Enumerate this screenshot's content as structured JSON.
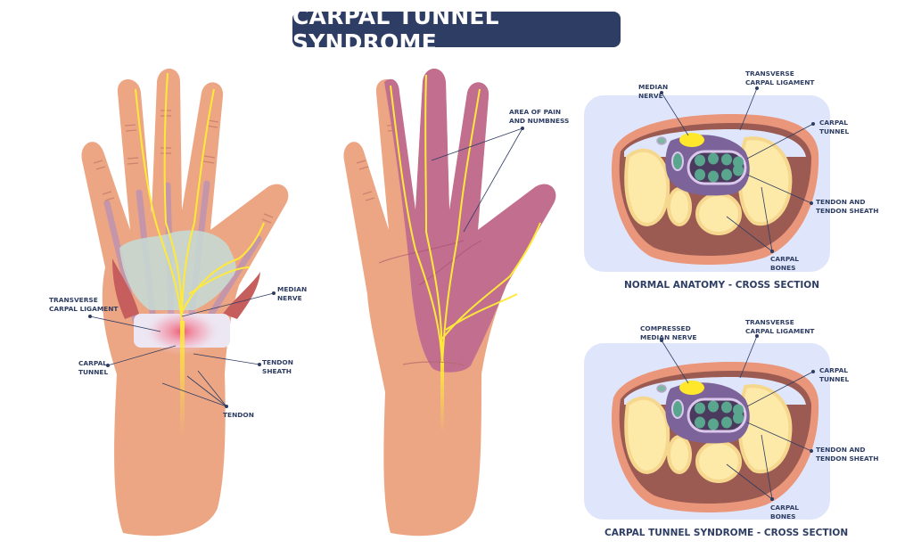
{
  "title": "CARPAL TUNNEL SYNDROME",
  "colors": {
    "title_bg": "#2e3d63",
    "skin": "#eca684",
    "numb_area": "#c16e8f",
    "nerve": "#ffe93a",
    "tendon": "#b890b6",
    "ligament": "#e8e2f0",
    "inflammation": "#f05a6e",
    "cross_bg": "#dfe6fb",
    "bone": "#fde9a8",
    "tunnel": "#7c6399",
    "tendon_cs": "#5aa58e"
  },
  "left_hand": {
    "labels": {
      "transverse_carpal_ligament": "TRANSVERSE\nCARPAL LIGAMENT",
      "median_nerve": "MEDIAN\nNERVE",
      "carpal_tunnel": "CARPAL\nTUNNEL",
      "tendon_sheath": "TENDON\nSHEATH",
      "tendon": "TENDON"
    }
  },
  "middle_hand": {
    "labels": {
      "area_of_pain": "AREA OF PAIN\nAND NUMBNESS"
    }
  },
  "normal_section": {
    "caption": "NORMAL ANATOMY - CROSS SECTION",
    "labels": {
      "median_nerve": "MEDIAN\nNERVE",
      "transverse_carpal_ligament": "TRANSVERSE\nCARPAL LIGAMENT",
      "carpal_tunnel": "CARPAL\nTUNNEL",
      "tendon_and_sheath": "TENDON AND\nTENDON SHEATH",
      "carpal_bones": "CARPAL\nBONES"
    }
  },
  "syndrome_section": {
    "caption": "CARPAL TUNNEL SYNDROME - CROSS SECTION",
    "labels": {
      "compressed_median_nerve": "COMPRESSED\nMEDIAN NERVE",
      "transverse_carpal_ligament": "TRANSVERSE\nCARPAL LIGAMENT",
      "carpal_tunnel": "CARPAL\nTUNNEL",
      "tendon_and_sheath": "TENDON AND\nTENDON SHEATH",
      "carpal_bones": "CARPAL\nBONES"
    }
  }
}
